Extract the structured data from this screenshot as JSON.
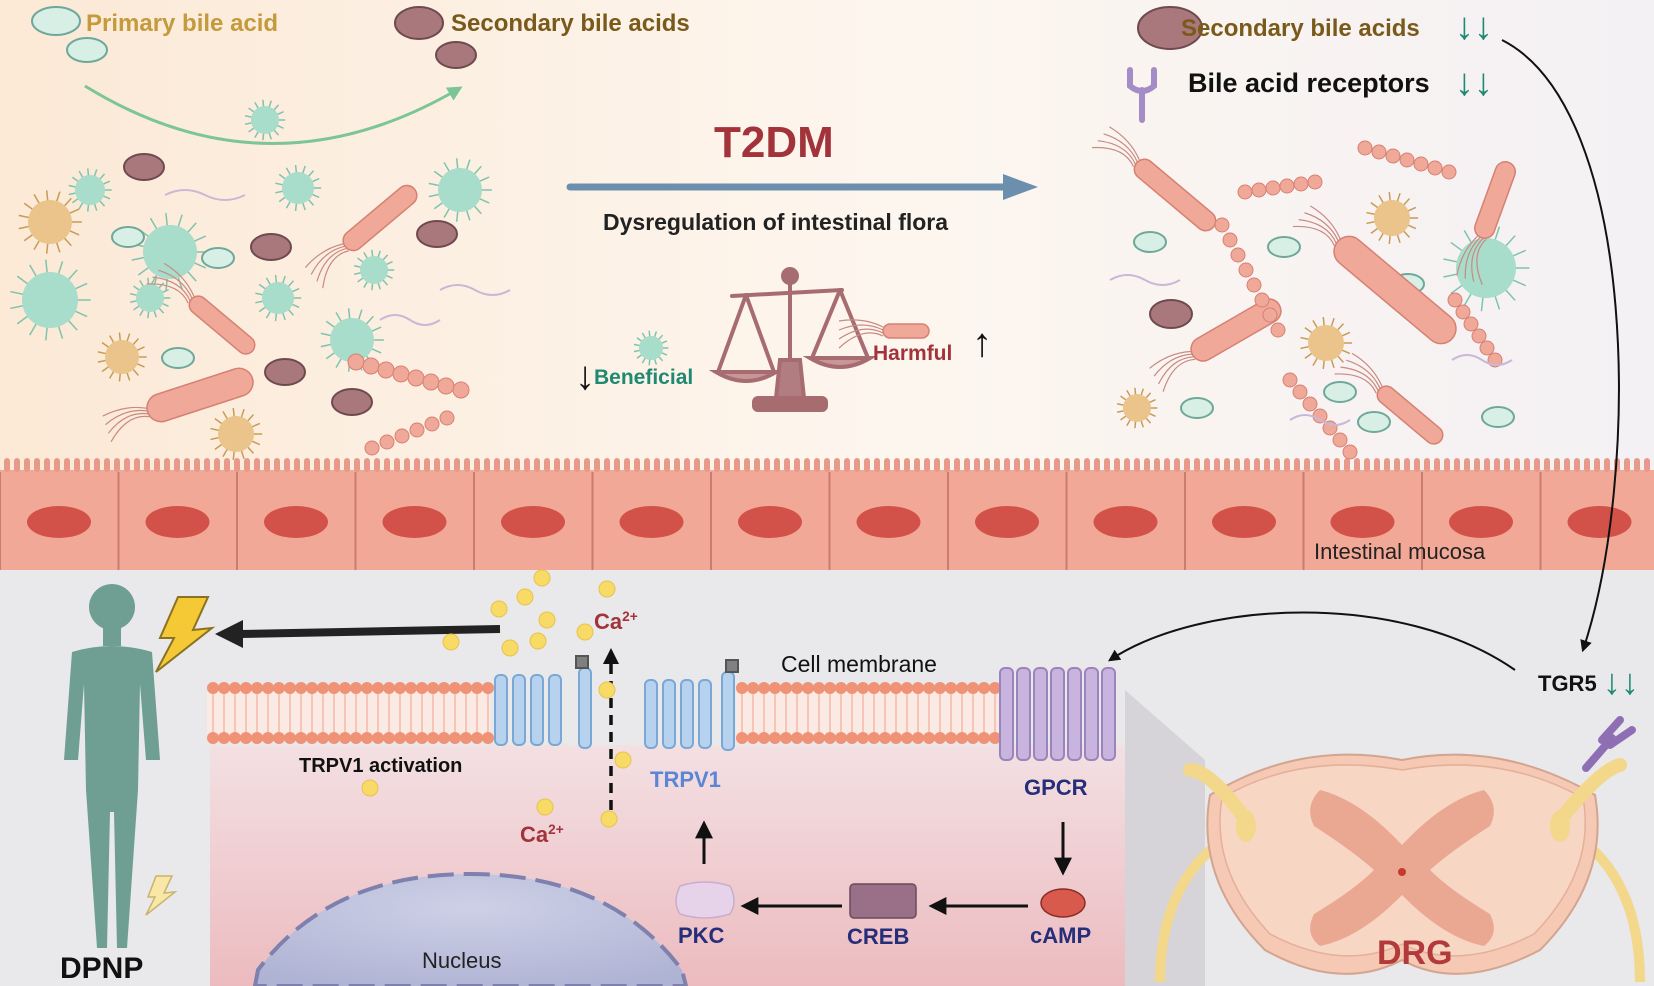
{
  "legend": {
    "primary_bile_acid": "Primary bile acid",
    "secondary_bile_acids": "Secondary bile acids"
  },
  "center": {
    "condition": "T2DM",
    "process": "Dysregulation of intestinal flora",
    "beneficial": "Beneficial",
    "harmful": "Harmful"
  },
  "right_panel": {
    "secondary_bile_acids": "Secondary bile acids",
    "bile_acid_receptors": "Bile acid receptors"
  },
  "tissue": {
    "mucosa": "Intestinal mucosa",
    "membrane": "Cell membrane",
    "nucleus": "Nucleus"
  },
  "pathway": {
    "trpv1_activation": "TRPV1 activation",
    "ca_base": "Ca",
    "ca_charge": "2+",
    "trpv1": "TRPV1",
    "gpcr": "GPCR",
    "camp": "cAMP",
    "creb": "CREB",
    "pkc": "PKC",
    "tgr5": "TGR5",
    "drg": "DRG",
    "dpnp": "DPNP"
  },
  "symbols": {
    "down_arrows": "↓↓",
    "down_arrow": "↓",
    "up_arrow": "↑"
  },
  "colors": {
    "primary_bile": "#d8efe6",
    "secondary_bile": "#a8787c",
    "bacteria_pink": "#f0a898",
    "microbe_mint": "#a8dccb",
    "microbe_yellow": "#eac48a",
    "mucosa": "#f2a897",
    "nucleus_cell": "#d2524a",
    "trpv1": "#b6d2ee",
    "gpcr": "#c8b4de",
    "creb": "#9a6f88",
    "camp": "#d85a4c",
    "human": "#6f9e92",
    "title_red": "#a3333a",
    "legend_gold": "#c49a3c",
    "text_brown": "#7a5a1a",
    "teal": "#1f8a72"
  }
}
